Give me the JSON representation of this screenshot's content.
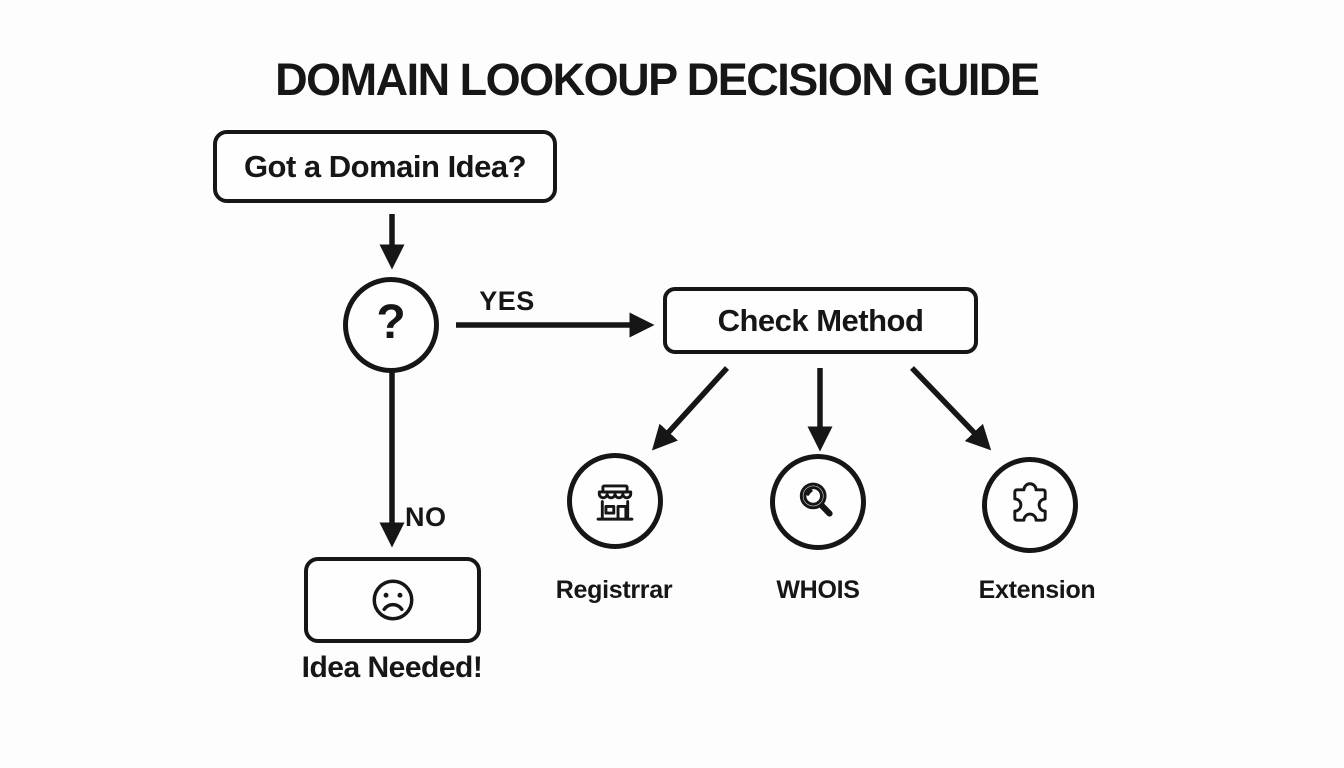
{
  "title": "DOMAIN LOOKOUP DECISION GUIDE",
  "flow": {
    "start": {
      "label": "Got a Domain Idea?"
    },
    "decision": {
      "symbol": "?"
    },
    "yes_label": "YES",
    "no_label": "NO",
    "method": {
      "label": "Check Method"
    },
    "no_result": {
      "label": "Idea Needed!",
      "icon": "sad-face-icon"
    },
    "options": [
      {
        "label": "Registrrar",
        "icon": "storefront-icon"
      },
      {
        "label": "WHOIS",
        "icon": "magnifying-glass-icon"
      },
      {
        "label": "Extension",
        "icon": "puzzle-piece-icon"
      }
    ]
  },
  "colors": {
    "ink": "#161616",
    "background": "#fdfdfd"
  }
}
